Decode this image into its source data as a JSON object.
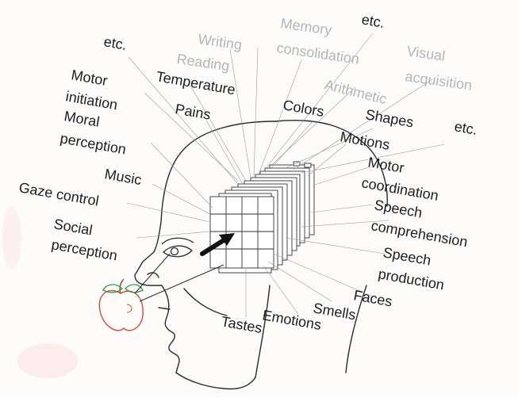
{
  "diagram": {
    "labels": {
      "etc_top_left": "etc.",
      "writing": "Writing",
      "reading": "Reading",
      "memory": "Memory",
      "consolidation": "consolidation",
      "etc_top_right": "etc.",
      "visual": "Visual",
      "acquisition": "acquisition",
      "arithmetic": "Arithmetic",
      "motor_line1": "Motor",
      "motor_line2": "initiation",
      "temperature": "Temperature",
      "pains": "Pains",
      "colors": "Colors",
      "shapes": "Shapes",
      "etc_right": "etc.",
      "moral_line1": "Moral",
      "moral_line2": "perception",
      "motions": "Motions",
      "motor_coord_line1": "Motor",
      "motor_coord_line2": "coordination",
      "music": "Music",
      "gaze_control": "Gaze control",
      "speech_comp_line1": "Speech",
      "speech_comp_line2": "comprehension",
      "social_line1": "Social",
      "social_line2": "perception",
      "speech_prod_line1": "Speech",
      "speech_prod_line2": "production",
      "faces": "Faces",
      "smells": "Smells",
      "emotions": "Emotions",
      "tastes": "Tastes"
    },
    "colors": {
      "line_dark": "#2a2a2a",
      "label_grey": "#b5b5b5",
      "apple_red": "#d9463a",
      "leaf_green": "#2e9a4a",
      "paper": "#fdfcfb"
    }
  }
}
